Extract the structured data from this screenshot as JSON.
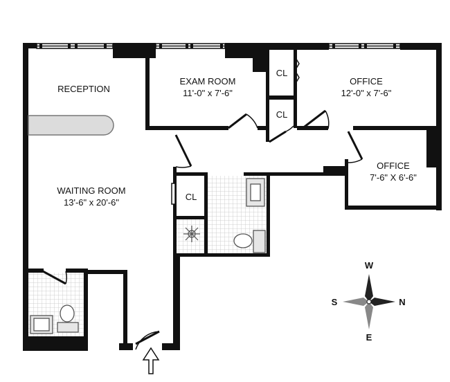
{
  "rooms": {
    "reception": {
      "name": "RECEPTION"
    },
    "waiting": {
      "name": "WAITING ROOM",
      "size": "13'-6\" x 20'-6\""
    },
    "exam": {
      "name": "EXAM ROOM",
      "size": "11'-0\" x 7'-6\""
    },
    "office_main": {
      "name": "OFFICE",
      "size": "12'-0\" x 7'-6\""
    },
    "office_small": {
      "name": "OFFICE",
      "size": "7'-6\" X 6'-6\""
    },
    "closet_upper": {
      "name": "CL"
    },
    "closet_lower": {
      "name": "CL"
    },
    "closet_hall": {
      "name": "CL"
    }
  },
  "compass": {
    "north": "N",
    "south": "S",
    "east": "E",
    "west": "W"
  },
  "colors": {
    "wall": "#111111",
    "floor": "#ffffff",
    "tile": "#bfbfbf",
    "counter": "#d9d9d9"
  }
}
